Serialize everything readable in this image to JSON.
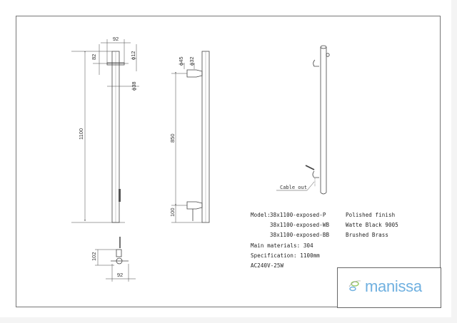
{
  "drawing": {
    "front_view": {
      "height_dim": "1100",
      "offset_top_dim": "82",
      "width_dim": "92",
      "pin_diameter": "ϕ12",
      "rail_diameter": "ϕ38"
    },
    "side_view": {
      "bracket_diameter": "ϕ45",
      "pin_diameter": "ϕ32",
      "bracket_spacing": "850",
      "bottom_offset": "100"
    },
    "top_view": {
      "depth_dim": "102",
      "width_dim": "92"
    },
    "iso_view": {
      "cable_label": "Cable out"
    }
  },
  "spec": {
    "model_label": "Model:",
    "models": [
      {
        "code": "38x1100-exposed-P",
        "finish": "Polished finish"
      },
      {
        "code": "38x1100-exposed-WB",
        "finish": "Watte Black 9005"
      },
      {
        "code": "38x1100-exposed-BB",
        "finish": "Brushed Brass"
      }
    ],
    "materials": "Main materials: 304",
    "specification": "Specification: 1100mm",
    "power": "AC240V-25W"
  },
  "title_block": {
    "brand": "manissa",
    "brand_color": "#6fb0e0"
  }
}
